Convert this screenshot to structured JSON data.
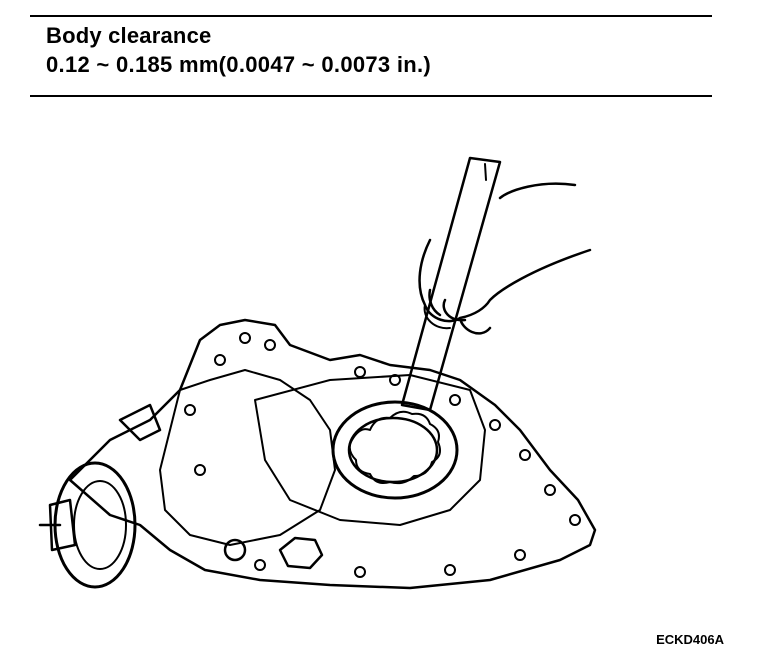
{
  "spec": {
    "title": "Body clearance",
    "value": "0.12 ~ 0.185 mm(0.0047 ~ 0.0073 in.)"
  },
  "figure": {
    "code": "ECKD406A",
    "icon": "oil-pump-feeler-gauge-illustration"
  }
}
